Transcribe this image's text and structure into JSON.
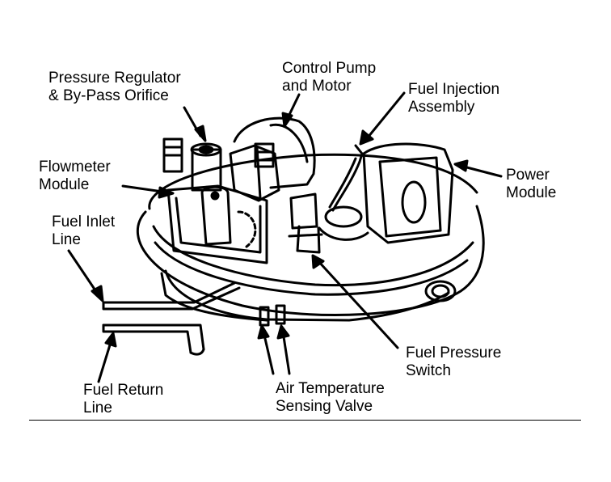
{
  "labels": {
    "pressure_regulator": [
      "Pressure Regulator",
      "& By-Pass Orifice"
    ],
    "control_pump": [
      "Control Pump",
      "and Motor"
    ],
    "fuel_injection": [
      "Fuel Injection",
      "Assembly"
    ],
    "flowmeter": [
      "Flowmeter",
      "Module"
    ],
    "power_module": [
      "Power",
      "Module"
    ],
    "fuel_inlet": [
      "Fuel Inlet",
      "Line"
    ],
    "fuel_pressure_switch": [
      "Fuel Pressure",
      "Switch"
    ],
    "fuel_return": [
      "Fuel Return",
      "Line"
    ],
    "air_temperature": [
      "Air Temperature",
      "Sensing Valve"
    ]
  },
  "colors": {
    "ink": "#000000",
    "paper": "#ffffff"
  }
}
